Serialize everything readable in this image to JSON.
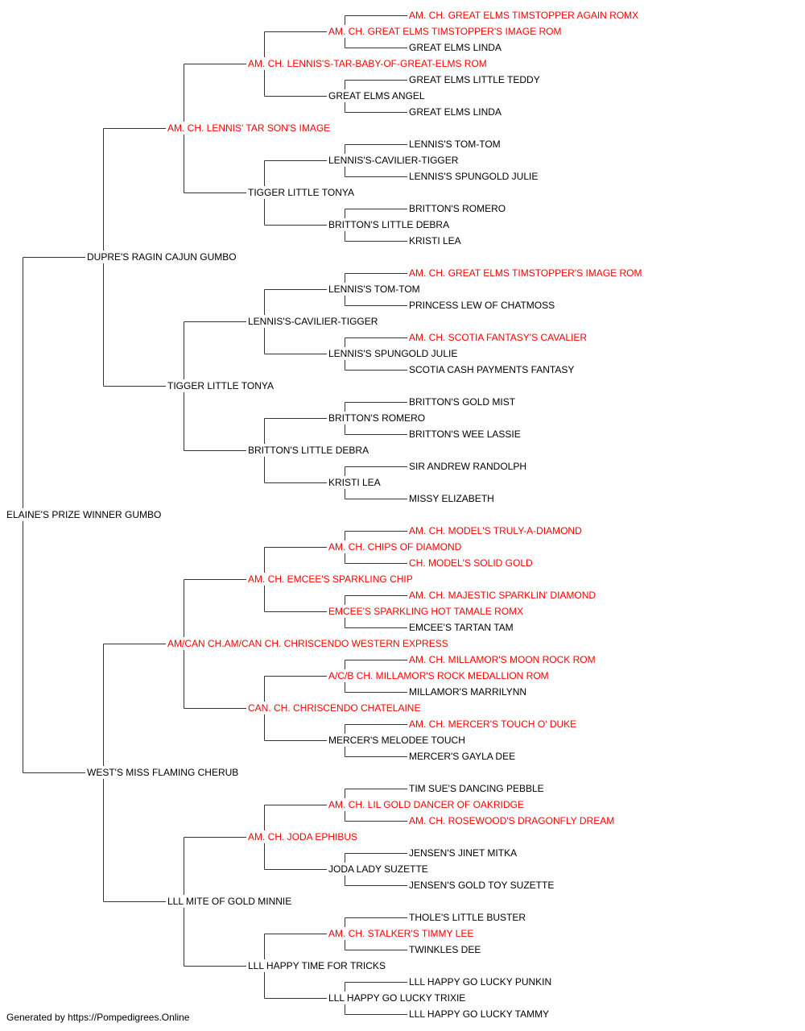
{
  "colors": {
    "champion": "#ff0000",
    "normal": "#000000",
    "line": "#333333"
  },
  "footer": "Generated by https://Pompedigrees.Online",
  "pedigree": [
    {
      "g": 0,
      "i": 0,
      "name": "ELAINE'S PRIZE WINNER GUMBO",
      "champ": false
    },
    {
      "g": 1,
      "i": 0,
      "name": "DUPRE'S RAGIN CAJUN GUMBO",
      "champ": false
    },
    {
      "g": 1,
      "i": 1,
      "name": "WEST'S MISS FLAMING CHERUB",
      "champ": false
    },
    {
      "g": 2,
      "i": 0,
      "name": "AM. CH. LENNIS' TAR SON'S IMAGE",
      "champ": true
    },
    {
      "g": 2,
      "i": 1,
      "name": "TIGGER LITTLE TONYA",
      "champ": false
    },
    {
      "g": 2,
      "i": 2,
      "name": "AM/CAN CH.AM/CAN CH. CHRISCENDO WESTERN EXPRESS",
      "champ": true
    },
    {
      "g": 2,
      "i": 3,
      "name": "LLL MITE OF GOLD MINNIE",
      "champ": false
    },
    {
      "g": 3,
      "i": 0,
      "name": "AM. CH. LENNIS'S-TAR-BABY-OF-GREAT-ELMS ROM",
      "champ": true
    },
    {
      "g": 3,
      "i": 1,
      "name": "TIGGER LITTLE TONYA",
      "champ": false
    },
    {
      "g": 3,
      "i": 2,
      "name": "LENNIS'S-CAVILIER-TIGGER",
      "champ": false
    },
    {
      "g": 3,
      "i": 3,
      "name": "BRITTON'S LITTLE DEBRA",
      "champ": false
    },
    {
      "g": 3,
      "i": 4,
      "name": "AM. CH. EMCEE'S SPARKLING CHIP",
      "champ": true
    },
    {
      "g": 3,
      "i": 5,
      "name": "CAN. CH. CHRISCENDO CHATELAINE",
      "champ": true
    },
    {
      "g": 3,
      "i": 6,
      "name": "AM. CH. JODA EPHIBUS",
      "champ": true
    },
    {
      "g": 3,
      "i": 7,
      "name": "LLL HAPPY TIME FOR TRICKS",
      "champ": false
    },
    {
      "g": 4,
      "i": 0,
      "name": "AM. CH. GREAT ELMS TIMSTOPPER'S IMAGE ROM",
      "champ": true
    },
    {
      "g": 4,
      "i": 1,
      "name": "GREAT ELMS ANGEL",
      "champ": false
    },
    {
      "g": 4,
      "i": 2,
      "name": "LENNIS'S-CAVILIER-TIGGER",
      "champ": false
    },
    {
      "g": 4,
      "i": 3,
      "name": "BRITTON'S LITTLE DEBRA",
      "champ": false
    },
    {
      "g": 4,
      "i": 4,
      "name": "LENNIS'S TOM-TOM",
      "champ": false
    },
    {
      "g": 4,
      "i": 5,
      "name": "LENNIS'S SPUNGOLD JULIE",
      "champ": false
    },
    {
      "g": 4,
      "i": 6,
      "name": "BRITTON'S ROMERO",
      "champ": false
    },
    {
      "g": 4,
      "i": 7,
      "name": "KRISTI LEA",
      "champ": false
    },
    {
      "g": 4,
      "i": 8,
      "name": "AM. CH. CHIPS OF DIAMOND",
      "champ": true
    },
    {
      "g": 4,
      "i": 9,
      "name": "EMCEE'S SPARKLING HOT TAMALE ROMX",
      "champ": true
    },
    {
      "g": 4,
      "i": 10,
      "name": "A/C/B CH. MILLAMOR'S ROCK MEDALLION ROM",
      "champ": true
    },
    {
      "g": 4,
      "i": 11,
      "name": "MERCER'S MELODEE TOUCH",
      "champ": false
    },
    {
      "g": 4,
      "i": 12,
      "name": "AM. CH. LIL GOLD DANCER OF OAKRIDGE",
      "champ": true
    },
    {
      "g": 4,
      "i": 13,
      "name": "JODA LADY SUZETTE",
      "champ": false
    },
    {
      "g": 4,
      "i": 14,
      "name": "AM. CH. STALKER'S TIMMY LEE",
      "champ": true
    },
    {
      "g": 4,
      "i": 15,
      "name": "LLL HAPPY GO LUCKY TRIXIE",
      "champ": false
    },
    {
      "g": 5,
      "i": 0,
      "name": "AM. CH. GREAT ELMS TIMSTOPPER AGAIN ROMX",
      "champ": true
    },
    {
      "g": 5,
      "i": 1,
      "name": "GREAT ELMS LINDA",
      "champ": false
    },
    {
      "g": 5,
      "i": 2,
      "name": "GREAT ELMS LITTLE TEDDY",
      "champ": false
    },
    {
      "g": 5,
      "i": 3,
      "name": "GREAT ELMS LINDA",
      "champ": false
    },
    {
      "g": 5,
      "i": 4,
      "name": "LENNIS'S TOM-TOM",
      "champ": false
    },
    {
      "g": 5,
      "i": 5,
      "name": "LENNIS'S SPUNGOLD JULIE",
      "champ": false
    },
    {
      "g": 5,
      "i": 6,
      "name": "BRITTON'S ROMERO",
      "champ": false
    },
    {
      "g": 5,
      "i": 7,
      "name": "KRISTI LEA",
      "champ": false
    },
    {
      "g": 5,
      "i": 8,
      "name": "AM. CH. GREAT ELMS TIMSTOPPER'S IMAGE ROM",
      "champ": true
    },
    {
      "g": 5,
      "i": 9,
      "name": "PRINCESS LEW OF CHATMOSS",
      "champ": false
    },
    {
      "g": 5,
      "i": 10,
      "name": "AM. CH. SCOTIA FANTASY'S CAVALIER",
      "champ": true
    },
    {
      "g": 5,
      "i": 11,
      "name": "SCOTIA CASH PAYMENTS FANTASY",
      "champ": false
    },
    {
      "g": 5,
      "i": 12,
      "name": "BRITTON'S GOLD MIST",
      "champ": false
    },
    {
      "g": 5,
      "i": 13,
      "name": "BRITTON'S WEE LASSIE",
      "champ": false
    },
    {
      "g": 5,
      "i": 14,
      "name": "SIR ANDREW RANDOLPH",
      "champ": false
    },
    {
      "g": 5,
      "i": 15,
      "name": "MISSY ELIZABETH",
      "champ": false
    },
    {
      "g": 5,
      "i": 16,
      "name": "AM. CH. MODEL'S TRULY-A-DIAMOND",
      "champ": true
    },
    {
      "g": 5,
      "i": 17,
      "name": "CH. MODEL'S SOLID GOLD",
      "champ": true
    },
    {
      "g": 5,
      "i": 18,
      "name": "AM. CH. MAJESTIC SPARKLIN' DIAMOND",
      "champ": true
    },
    {
      "g": 5,
      "i": 19,
      "name": "EMCEE'S TARTAN TAM",
      "champ": false
    },
    {
      "g": 5,
      "i": 20,
      "name": "AM. CH. MILLAMOR'S MOON ROCK ROM",
      "champ": true
    },
    {
      "g": 5,
      "i": 21,
      "name": "MILLAMOR'S MARRILYNN",
      "champ": false
    },
    {
      "g": 5,
      "i": 22,
      "name": "AM. CH. MERCER'S TOUCH O' DUKE",
      "champ": true
    },
    {
      "g": 5,
      "i": 23,
      "name": "MERCER'S GAYLA DEE",
      "champ": false
    },
    {
      "g": 5,
      "i": 24,
      "name": "TIM SUE'S DANCING PEBBLE",
      "champ": false
    },
    {
      "g": 5,
      "i": 25,
      "name": "AM. CH. ROSEWOOD'S DRAGONFLY DREAM",
      "champ": true
    },
    {
      "g": 5,
      "i": 26,
      "name": "JENSEN'S JINET MITKA",
      "champ": false
    },
    {
      "g": 5,
      "i": 27,
      "name": "JENSEN'S GOLD TOY SUZETTE",
      "champ": false
    },
    {
      "g": 5,
      "i": 28,
      "name": "THOLE'S LITTLE BUSTER",
      "champ": false
    },
    {
      "g": 5,
      "i": 29,
      "name": "TWINKLES DEE",
      "champ": false
    },
    {
      "g": 5,
      "i": 30,
      "name": "LLL HAPPY GO LUCKY PUNKIN",
      "champ": false
    },
    {
      "g": 5,
      "i": 31,
      "name": "LLL HAPPY GO LUCKY TAMMY",
      "champ": false
    }
  ]
}
